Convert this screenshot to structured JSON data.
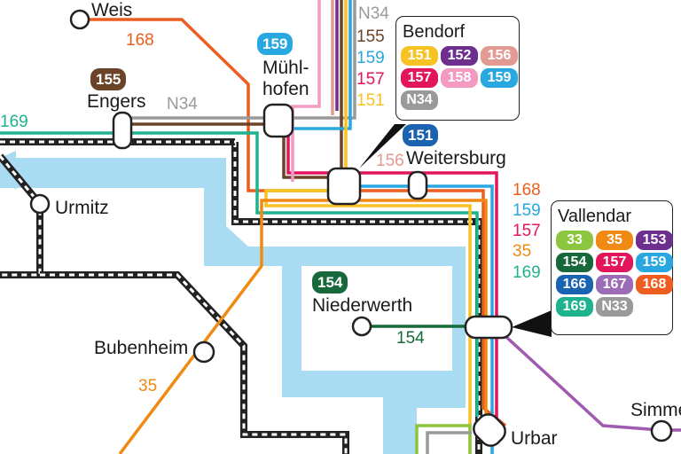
{
  "colors": {
    "water": "#a9dcf3",
    "land_inner": "#ffffff",
    "rail": "#222222",
    "l168": "#ec5d1f",
    "l169": "#1fb28f",
    "lN34": "#9a9a9a",
    "l155": "#6b4328",
    "l159": "#29a7e0",
    "l157": "#e3155b",
    "l151": "#f7c223",
    "l156": "#e39a93",
    "l158": "#f29ac1",
    "l152": "#6d2f8e",
    "l154": "#17683a",
    "l35": "#f08a13",
    "l33": "#8cc63f",
    "l153": "#6d2f8e",
    "l166": "#1a63b0",
    "l167": "#9b6bb5",
    "lN33": "#9a9a9a",
    "l36": "#a05ab0"
  },
  "stations": {
    "weis": "Weis",
    "muelhofen_1": "Mühl-",
    "muelhofen_2": "hofen",
    "engers": "Engers",
    "urmitz": "Urmitz",
    "bubenheim": "Bubenheim",
    "weitersburg": "Weitersburg",
    "niederwerth": "Niederwerth",
    "urbar": "Urbar",
    "simmern": "Simme"
  },
  "line_labels": {
    "weis_168": "168",
    "engers_N34": "N34",
    "left_169": "169",
    "bubenheim_35": "35",
    "niederwerth_154": "154",
    "weitersburg_156": "156",
    "top_stack": [
      "N34",
      "155",
      "159",
      "157",
      "151"
    ],
    "right_stack": [
      "168",
      "159",
      "157",
      "35",
      "169"
    ]
  },
  "badges": {
    "engers": "155",
    "muelhofen": "159",
    "weitersburg": "151",
    "niederwerth": "154"
  },
  "callouts": {
    "bendorf": {
      "title": "Bendorf",
      "badges": [
        {
          "label": "151",
          "color": "#f7c223"
        },
        {
          "label": "152",
          "color": "#6d2f8e"
        },
        {
          "label": "156",
          "color": "#e39a93"
        },
        {
          "label": "157",
          "color": "#e3155b"
        },
        {
          "label": "158",
          "color": "#f29ac1"
        },
        {
          "label": "159",
          "color": "#29a7e0"
        },
        {
          "label": "N34",
          "color": "#9a9a9a"
        }
      ]
    },
    "vallendar": {
      "title": "Vallendar",
      "badges": [
        {
          "label": "33",
          "color": "#8cc63f"
        },
        {
          "label": "35",
          "color": "#f08a13"
        },
        {
          "label": "153",
          "color": "#6d2f8e"
        },
        {
          "label": "154",
          "color": "#17683a"
        },
        {
          "label": "157",
          "color": "#e3155b"
        },
        {
          "label": "159",
          "color": "#29a7e0"
        },
        {
          "label": "166",
          "color": "#1a63b0"
        },
        {
          "label": "167",
          "color": "#9b6bb5"
        },
        {
          "label": "168",
          "color": "#ec5d1f"
        },
        {
          "label": "169",
          "color": "#1fb28f"
        },
        {
          "label": "N33",
          "color": "#9a9a9a"
        }
      ]
    }
  }
}
